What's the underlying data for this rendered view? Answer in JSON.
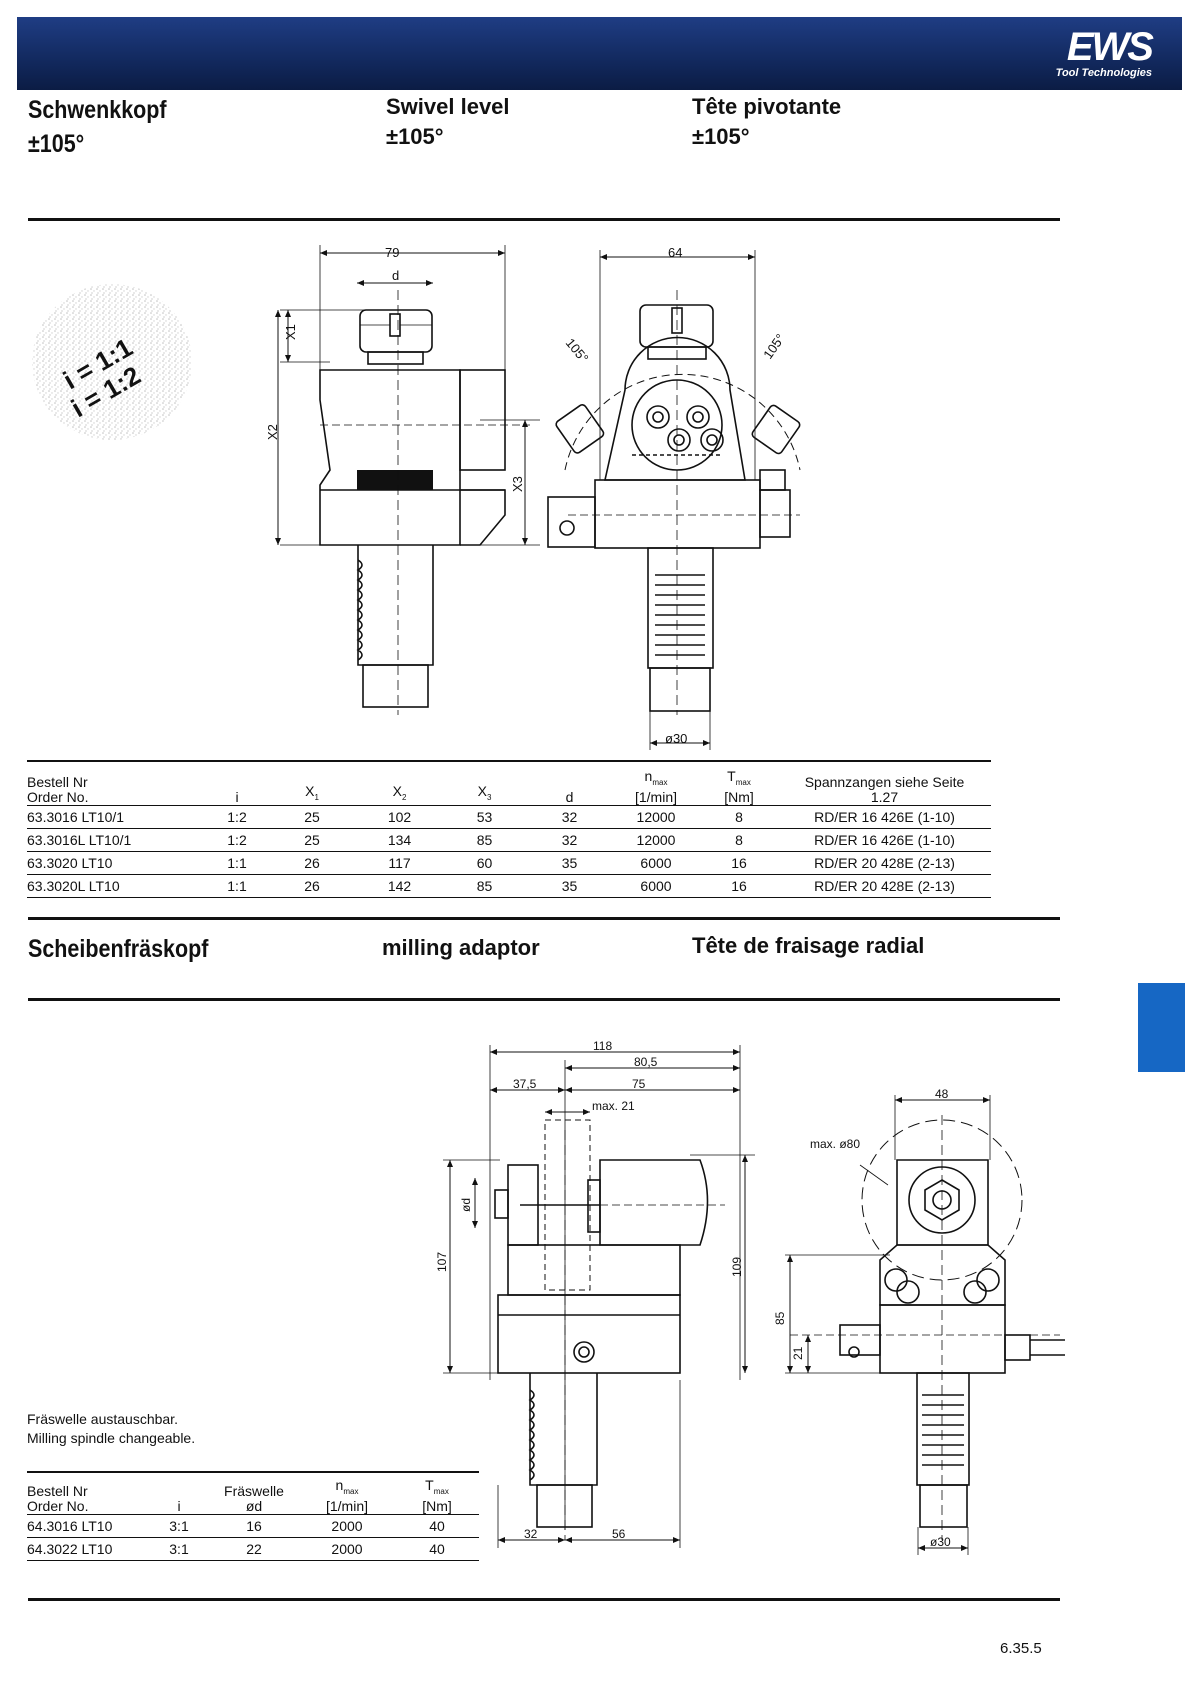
{
  "header": {
    "logo_text": "EWS",
    "logo_sub": "Tool Technologies"
  },
  "section1": {
    "title_de": "Schwenkkopf",
    "angle_de": "±105°",
    "title_en": "Swivel level",
    "angle_en": "±105°",
    "title_fr": "Tête pivotante",
    "angle_fr": "±105°",
    "ratio_stamp": [
      "i = 1:1",
      "i = 1:2"
    ],
    "drawing_labels": {
      "width_79": "79",
      "d": "d",
      "width_64": "64",
      "x1": "X1",
      "x2": "X2",
      "x3": "X3",
      "angle_left": "105°",
      "angle_right": "105°",
      "diameter": "ø30"
    },
    "table": {
      "headers": {
        "order_de": "Bestell Nr",
        "order_en": "Order No.",
        "i": "i",
        "x1": "X",
        "x1_sub": "1",
        "x2": "X",
        "x2_sub": "2",
        "x3": "X",
        "x3_sub": "3",
        "d": "d",
        "nmax": "n",
        "nmax_sub": "max",
        "nmax_unit": "[1/min]",
        "tmax": "T",
        "tmax_sub": "max",
        "tmax_unit": "[Nm]",
        "collet": "Spannzangen siehe Seite",
        "collet_page": "1.27"
      },
      "rows": [
        {
          "order": "63.3016 LT10/1",
          "i": "1:2",
          "x1": "25",
          "x2": "102",
          "x3": "53",
          "d": "32",
          "nmax": "12000",
          "tmax": "8",
          "collet": "RD/ER 16 426E (1-10)"
        },
        {
          "order": "63.3016L LT10/1",
          "i": "1:2",
          "x1": "25",
          "x2": "134",
          "x3": "85",
          "d": "32",
          "nmax": "12000",
          "tmax": "8",
          "collet": "RD/ER 16 426E (1-10)"
        },
        {
          "order": "63.3020 LT10",
          "i": "1:1",
          "x1": "26",
          "x2": "117",
          "x3": "60",
          "d": "35",
          "nmax": "6000",
          "tmax": "16",
          "collet": "RD/ER 20 428E (2-13)"
        },
        {
          "order": "63.3020L LT10",
          "i": "1:1",
          "x1": "26",
          "x2": "142",
          "x3": "85",
          "d": "35",
          "nmax": "6000",
          "tmax": "16",
          "collet": "RD/ER 20 428E (2-13)"
        }
      ]
    }
  },
  "section2": {
    "title_de": "Scheibenfräskopf",
    "title_en": "milling adaptor",
    "title_fr": "Tête de fraisage radial",
    "drawing_labels": {
      "d118": "118",
      "d80_5": "80,5",
      "d37_5": "37,5",
      "d75": "75",
      "max21": "max. 21",
      "od": "ød",
      "d107": "107",
      "d109": "109",
      "d32": "32",
      "d56": "56",
      "d48": "48",
      "max80": "max. ø80",
      "d85": "85",
      "d21": "21",
      "dia30": "ø30"
    },
    "note_de": "Fräswelle austauschbar.",
    "note_en": "Milling spindle changeable.",
    "table": {
      "headers": {
        "order_de": "Bestell Nr",
        "order_en": "Order No.",
        "i": "i",
        "spindle_de": "Fräswelle",
        "spindle_d": "ød",
        "nmax": "n",
        "nmax_sub": "max",
        "nmax_unit": "[1/min]",
        "tmax": "T",
        "tmax_sub": "max",
        "tmax_unit": "[Nm]"
      },
      "rows": [
        {
          "order": "64.3016 LT10",
          "i": "3:1",
          "spindle": "16",
          "nmax": "2000",
          "tmax": "40"
        },
        {
          "order": "64.3022 LT10",
          "i": "3:1",
          "spindle": "22",
          "nmax": "2000",
          "tmax": "40"
        }
      ]
    }
  },
  "footer": {
    "page_number": "6.35.5"
  },
  "colors": {
    "banner": "#12295e",
    "side_tab": "#1667c4",
    "ink": "#111111"
  }
}
